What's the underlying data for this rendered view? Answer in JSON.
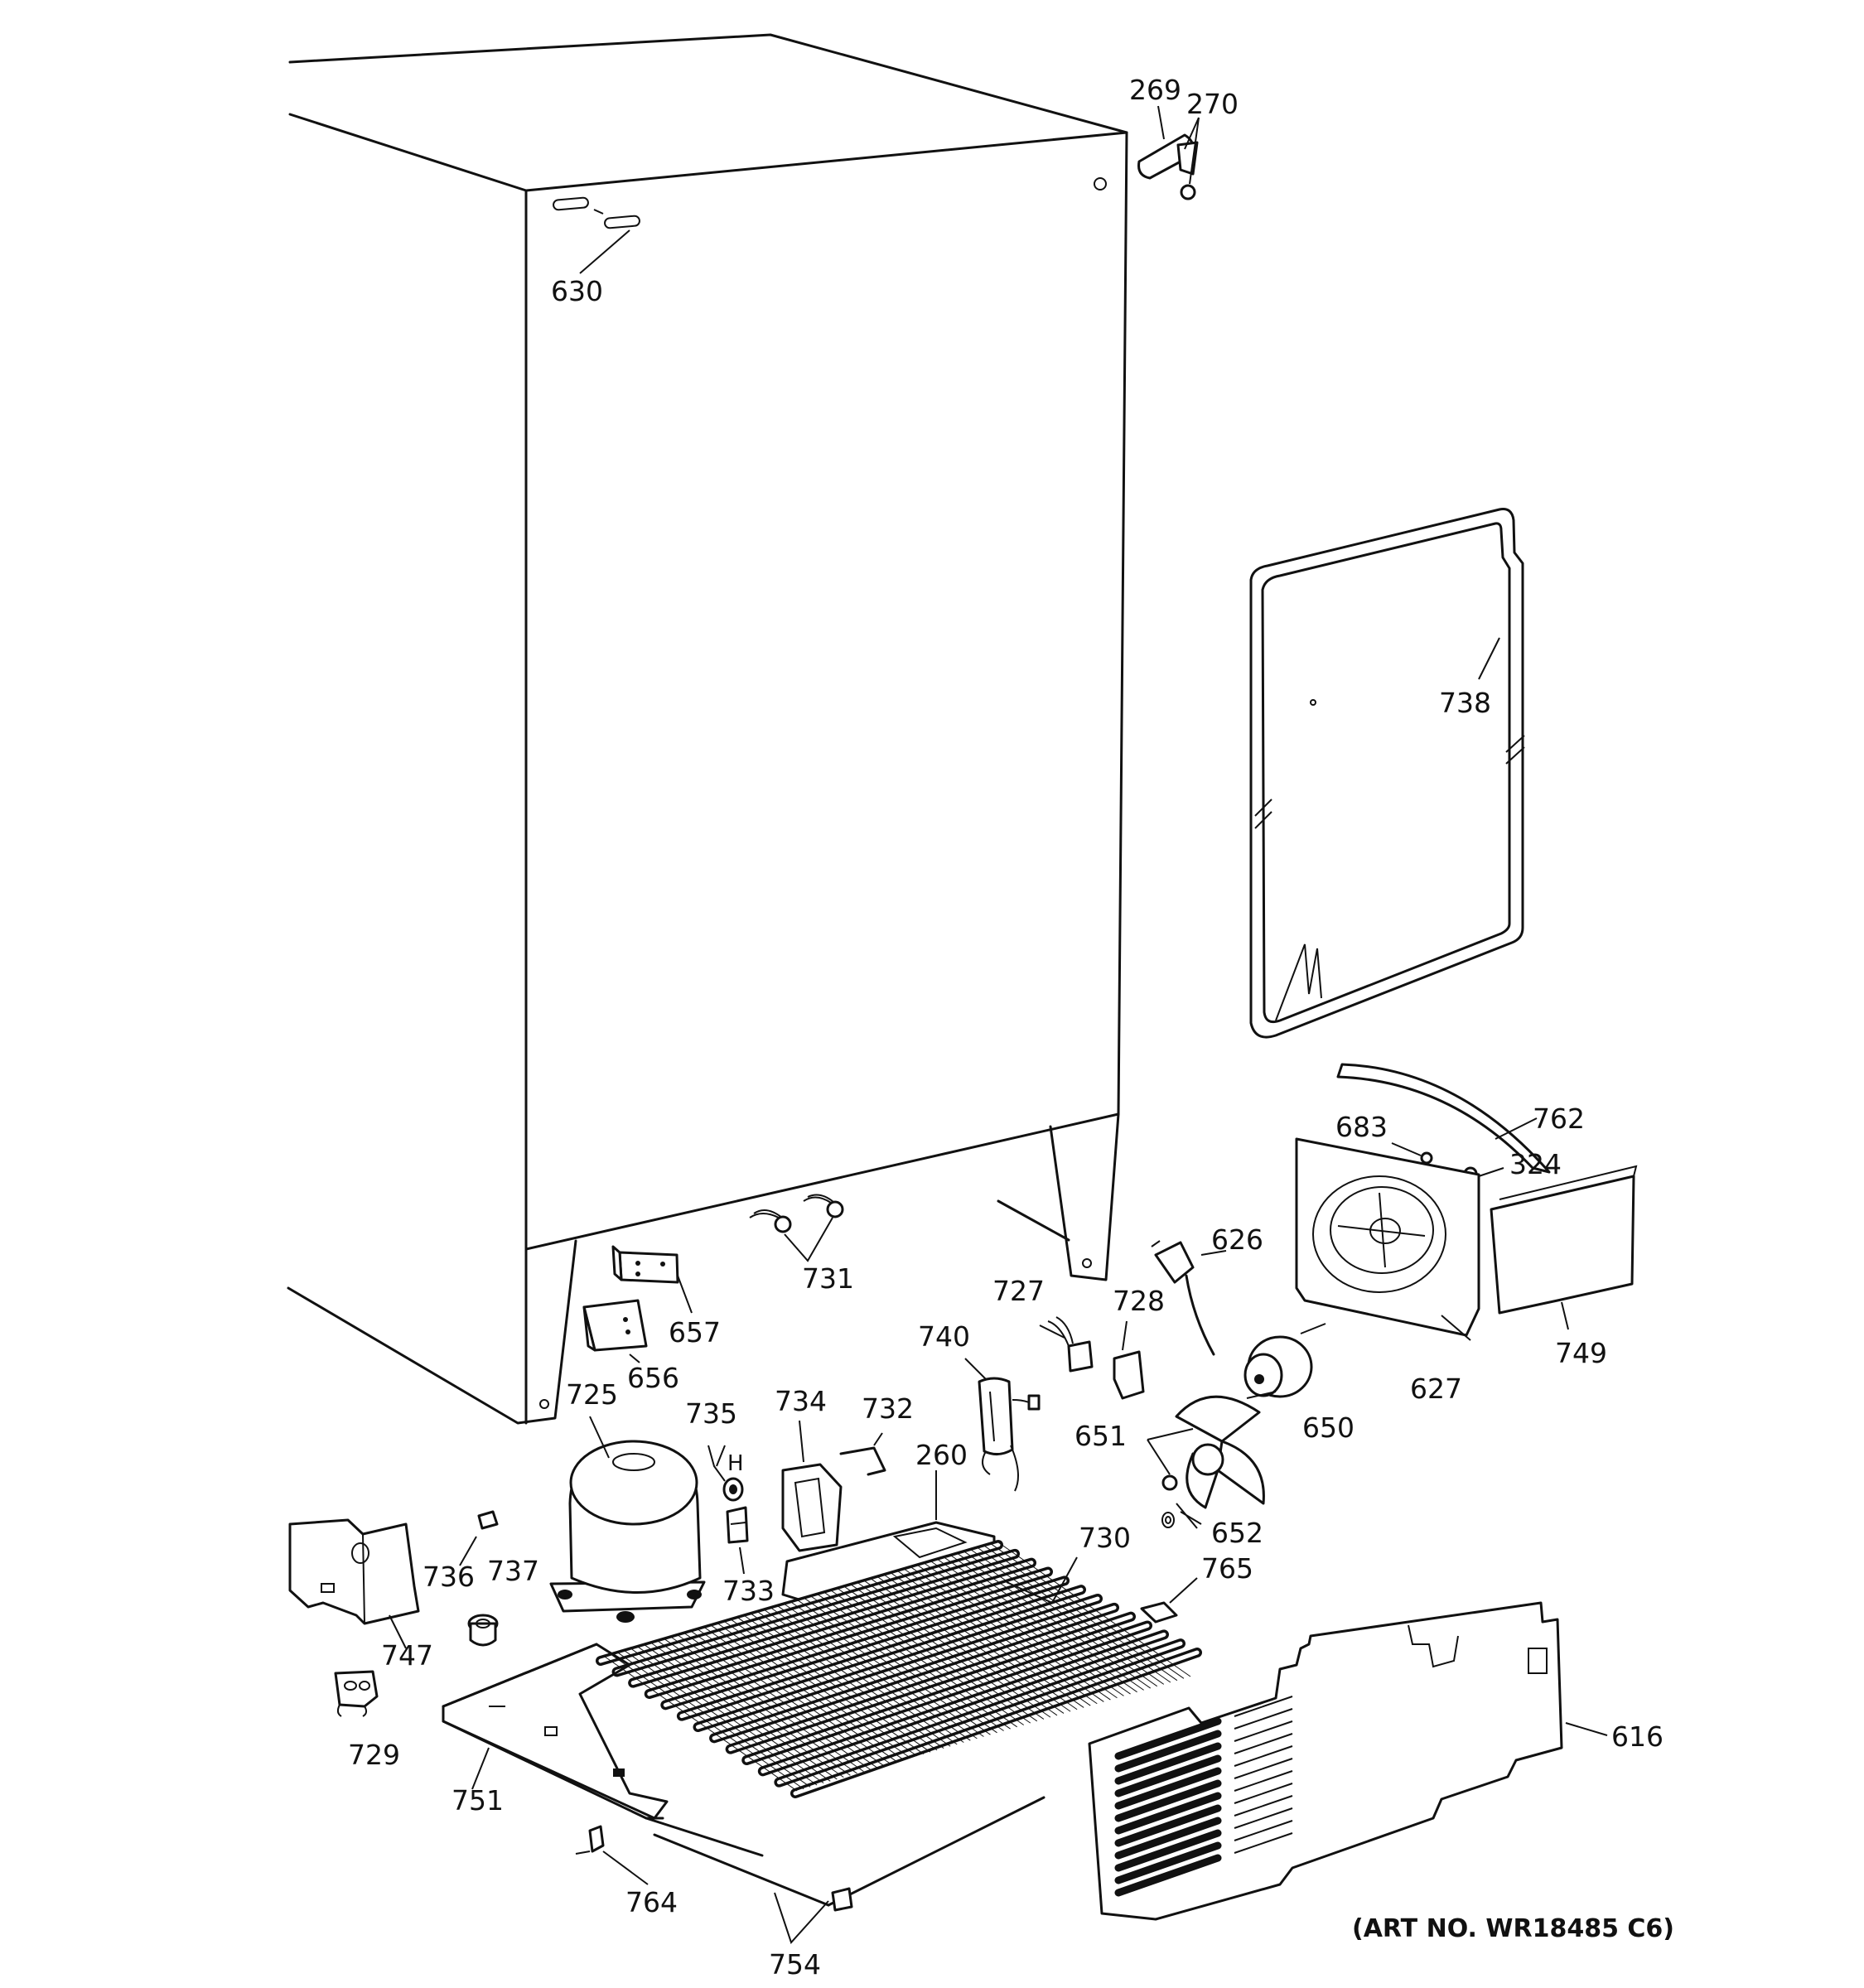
{
  "diagram": {
    "labels": [
      {
        "id": "269",
        "text": "269"
      },
      {
        "id": "270",
        "text": "270"
      },
      {
        "id": "630",
        "text": "630"
      },
      {
        "id": "738",
        "text": "738"
      },
      {
        "id": "762",
        "text": "762"
      },
      {
        "id": "683",
        "text": "683"
      },
      {
        "id": "324",
        "text": "324"
      },
      {
        "id": "626",
        "text": "626"
      },
      {
        "id": "749",
        "text": "749"
      },
      {
        "id": "627",
        "text": "627"
      },
      {
        "id": "731",
        "text": "731"
      },
      {
        "id": "657",
        "text": "657"
      },
      {
        "id": "656",
        "text": "656"
      },
      {
        "id": "727",
        "text": "727"
      },
      {
        "id": "728",
        "text": "728"
      },
      {
        "id": "740",
        "text": "740"
      },
      {
        "id": "650",
        "text": "650"
      },
      {
        "id": "651",
        "text": "651"
      },
      {
        "id": "652",
        "text": "652"
      },
      {
        "id": "725",
        "text": "725"
      },
      {
        "id": "735",
        "text": "735"
      },
      {
        "id": "734",
        "text": "734"
      },
      {
        "id": "732",
        "text": "732"
      },
      {
        "id": "260",
        "text": "260"
      },
      {
        "id": "730",
        "text": "730"
      },
      {
        "id": "765",
        "text": "765"
      },
      {
        "id": "736",
        "text": "736"
      },
      {
        "id": "737",
        "text": "737"
      },
      {
        "id": "733",
        "text": "733"
      },
      {
        "id": "747",
        "text": "747"
      },
      {
        "id": "729",
        "text": "729"
      },
      {
        "id": "751",
        "text": "751"
      },
      {
        "id": "616",
        "text": "616"
      },
      {
        "id": "764",
        "text": "764"
      },
      {
        "id": "754",
        "text": "754"
      }
    ],
    "art_number": "(ART NO. WR18485 C6)"
  }
}
